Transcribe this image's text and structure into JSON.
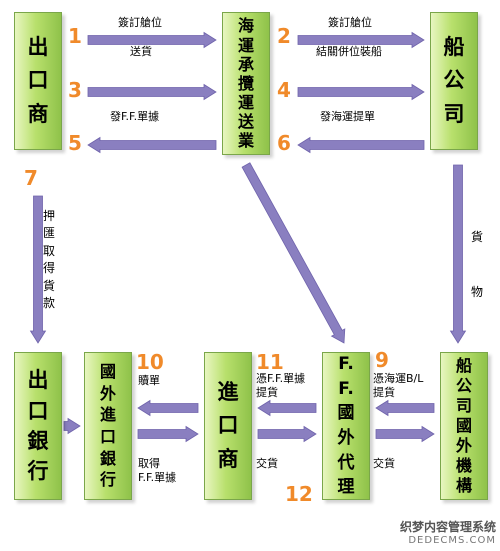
{
  "nodes": {
    "exporter": "出口商",
    "forwarder": "海運承攬運送業",
    "shipping_company": "船公司",
    "export_bank": "出口銀行",
    "foreign_import_bank": "國外進口銀行",
    "importer": "進口商",
    "ff_agent": "F.F.國外代理",
    "shipping_foreign_office": "船公司國外機構"
  },
  "steps": {
    "n1": "1",
    "n2": "2",
    "n3": "3",
    "n4": "4",
    "n5": "5",
    "n6": "6",
    "n7": "7",
    "n9": "9",
    "n10": "10",
    "n11": "11",
    "n12": "12"
  },
  "labels": {
    "book_space_1": "簽訂艙位",
    "deliver_cargo_1": "送貨",
    "book_space_2": "簽訂艙位",
    "consolidate_load": "結關併位裝船",
    "issue_ff_bl": "發F.F.單據",
    "issue_ocean_bl": "發海運提單",
    "negotiate_payment": "押匯取得貨款",
    "cargo_vertical": "貨物",
    "redeem_docs": "贖單",
    "obtain_ff_docs_a": "取得",
    "obtain_ff_docs_b": "F.F.單據",
    "pickup_ff_a": "憑F.F.單據",
    "pickup_ff_b": "提貨",
    "deliver_cargo_2": "交貨",
    "pickup_ocean_a": "憑海運B/L",
    "pickup_ocean_b": "提貨",
    "deliver_cargo_3": "交貨"
  },
  "watermark": {
    "line1": "织梦内容管理系统",
    "line2": "DEDECMS.COM"
  },
  "colors": {
    "arrow": "#8a7fc0",
    "arrow_stroke": "#6f63ab",
    "box_border": "#7aa64a",
    "number": "#f08a2a"
  }
}
